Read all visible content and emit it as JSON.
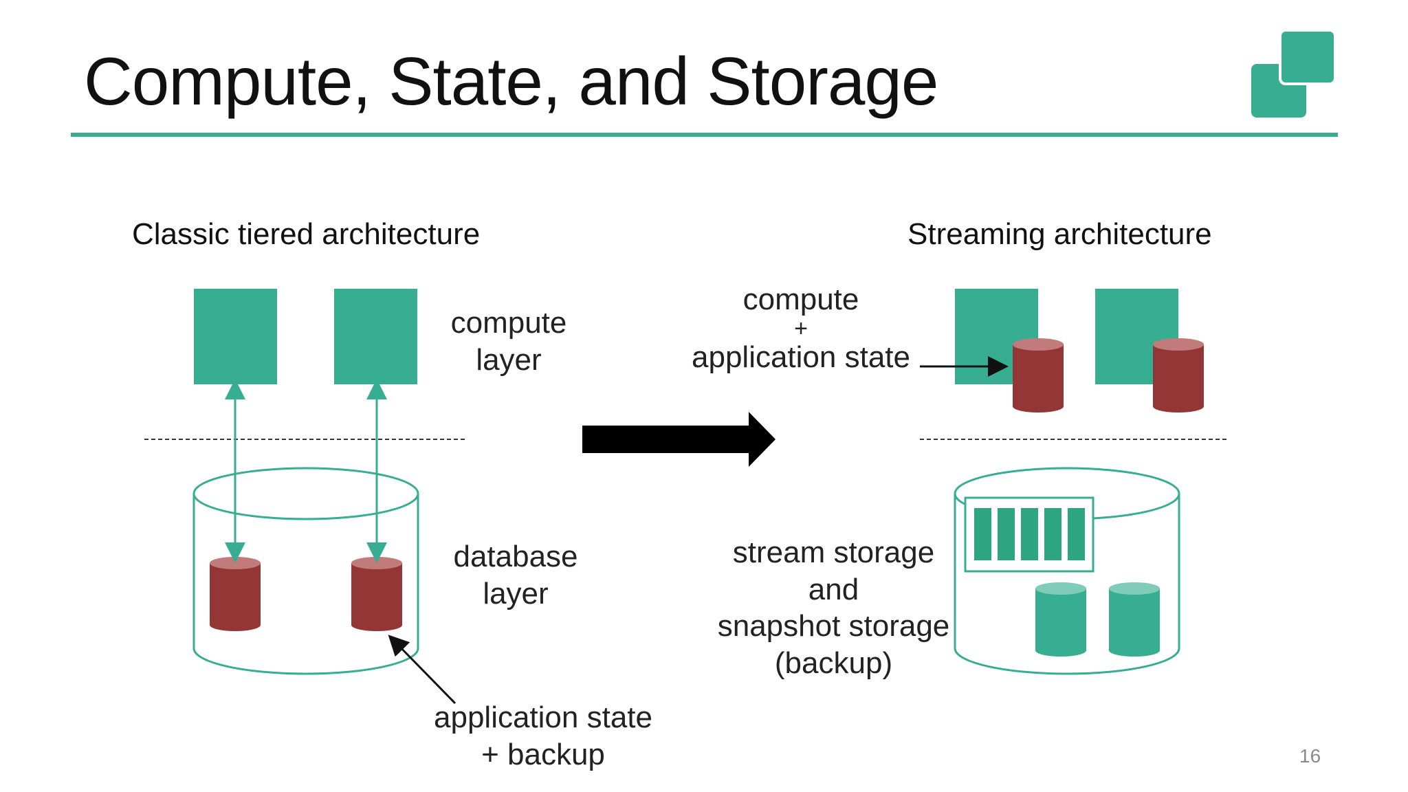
{
  "slide": {
    "title": "Compute, State, and Storage",
    "page_number": "16",
    "colors": {
      "accent": "#37ad92",
      "state_red": "#943635",
      "storage_teal": "#2da67f",
      "arrow": "#000000"
    }
  },
  "left": {
    "heading": "Classic tiered architecture",
    "compute_label": [
      "compute",
      "layer"
    ],
    "database_label": [
      "database",
      "layer"
    ],
    "state_label": [
      "application state",
      "+ backup"
    ]
  },
  "right": {
    "heading": "Streaming architecture",
    "compute_label": [
      "compute",
      "+",
      "application state"
    ],
    "storage_label": [
      "stream storage",
      "and",
      "snapshot storage",
      "(backup)"
    ]
  },
  "icons": {
    "logo": "overlapping-squares-icon",
    "transition_arrow": "right-arrow-icon",
    "state_store": "cylinder-icon",
    "stream_log": "log-segments-icon"
  }
}
